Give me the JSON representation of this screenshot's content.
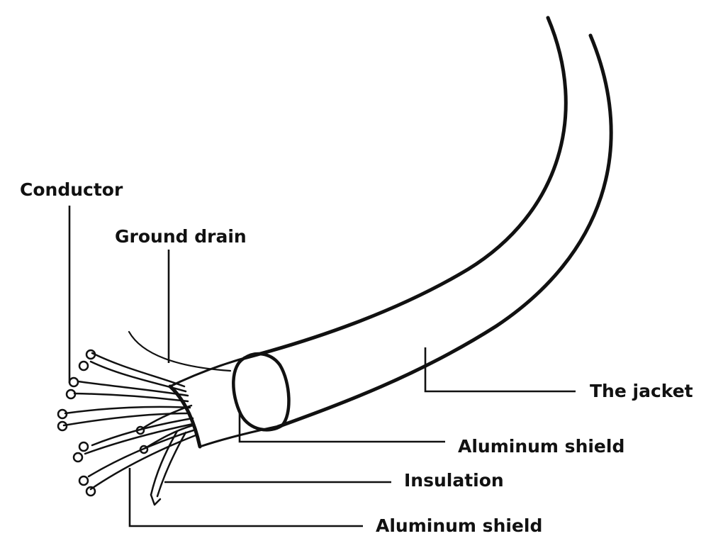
{
  "labels": {
    "conductor": "Conductor",
    "ground_drain": "Ground drain",
    "jacket": "The jacket",
    "aluminum_shield_outer": "Aluminum shield",
    "insulation": "Insulation",
    "aluminum_shield_inner": "Aluminum shield"
  },
  "colors": {
    "line": "#111111",
    "background": "#ffffff"
  }
}
